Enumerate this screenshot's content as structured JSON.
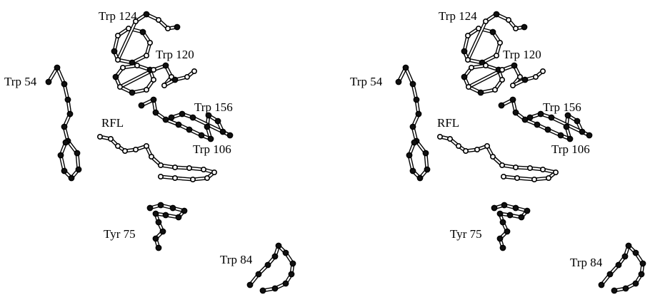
{
  "colors": {
    "ink": "#000000",
    "atom_dark": "#111111",
    "atom_light": "#ffffff",
    "bond_fill": "#ffffff"
  },
  "panels": [
    {
      "labels": {
        "trp124": "Trp 124",
        "trp120": "Trp 120",
        "trp54": "Trp 54",
        "trp156": "Trp 156",
        "rfl": "RFL",
        "trp106": "Trp 106",
        "tyr75": "Tyr 75",
        "trp84": "Trp 84"
      }
    },
    {
      "labels": {
        "trp124": "Trp 124",
        "trp120": "Trp 120",
        "trp54": "Trp 54",
        "trp156": "Trp 156",
        "rfl": "RFL",
        "trp106": "Trp 106",
        "tyr75": "Tyr 75",
        "trp84": "Trp 84"
      }
    }
  ]
}
